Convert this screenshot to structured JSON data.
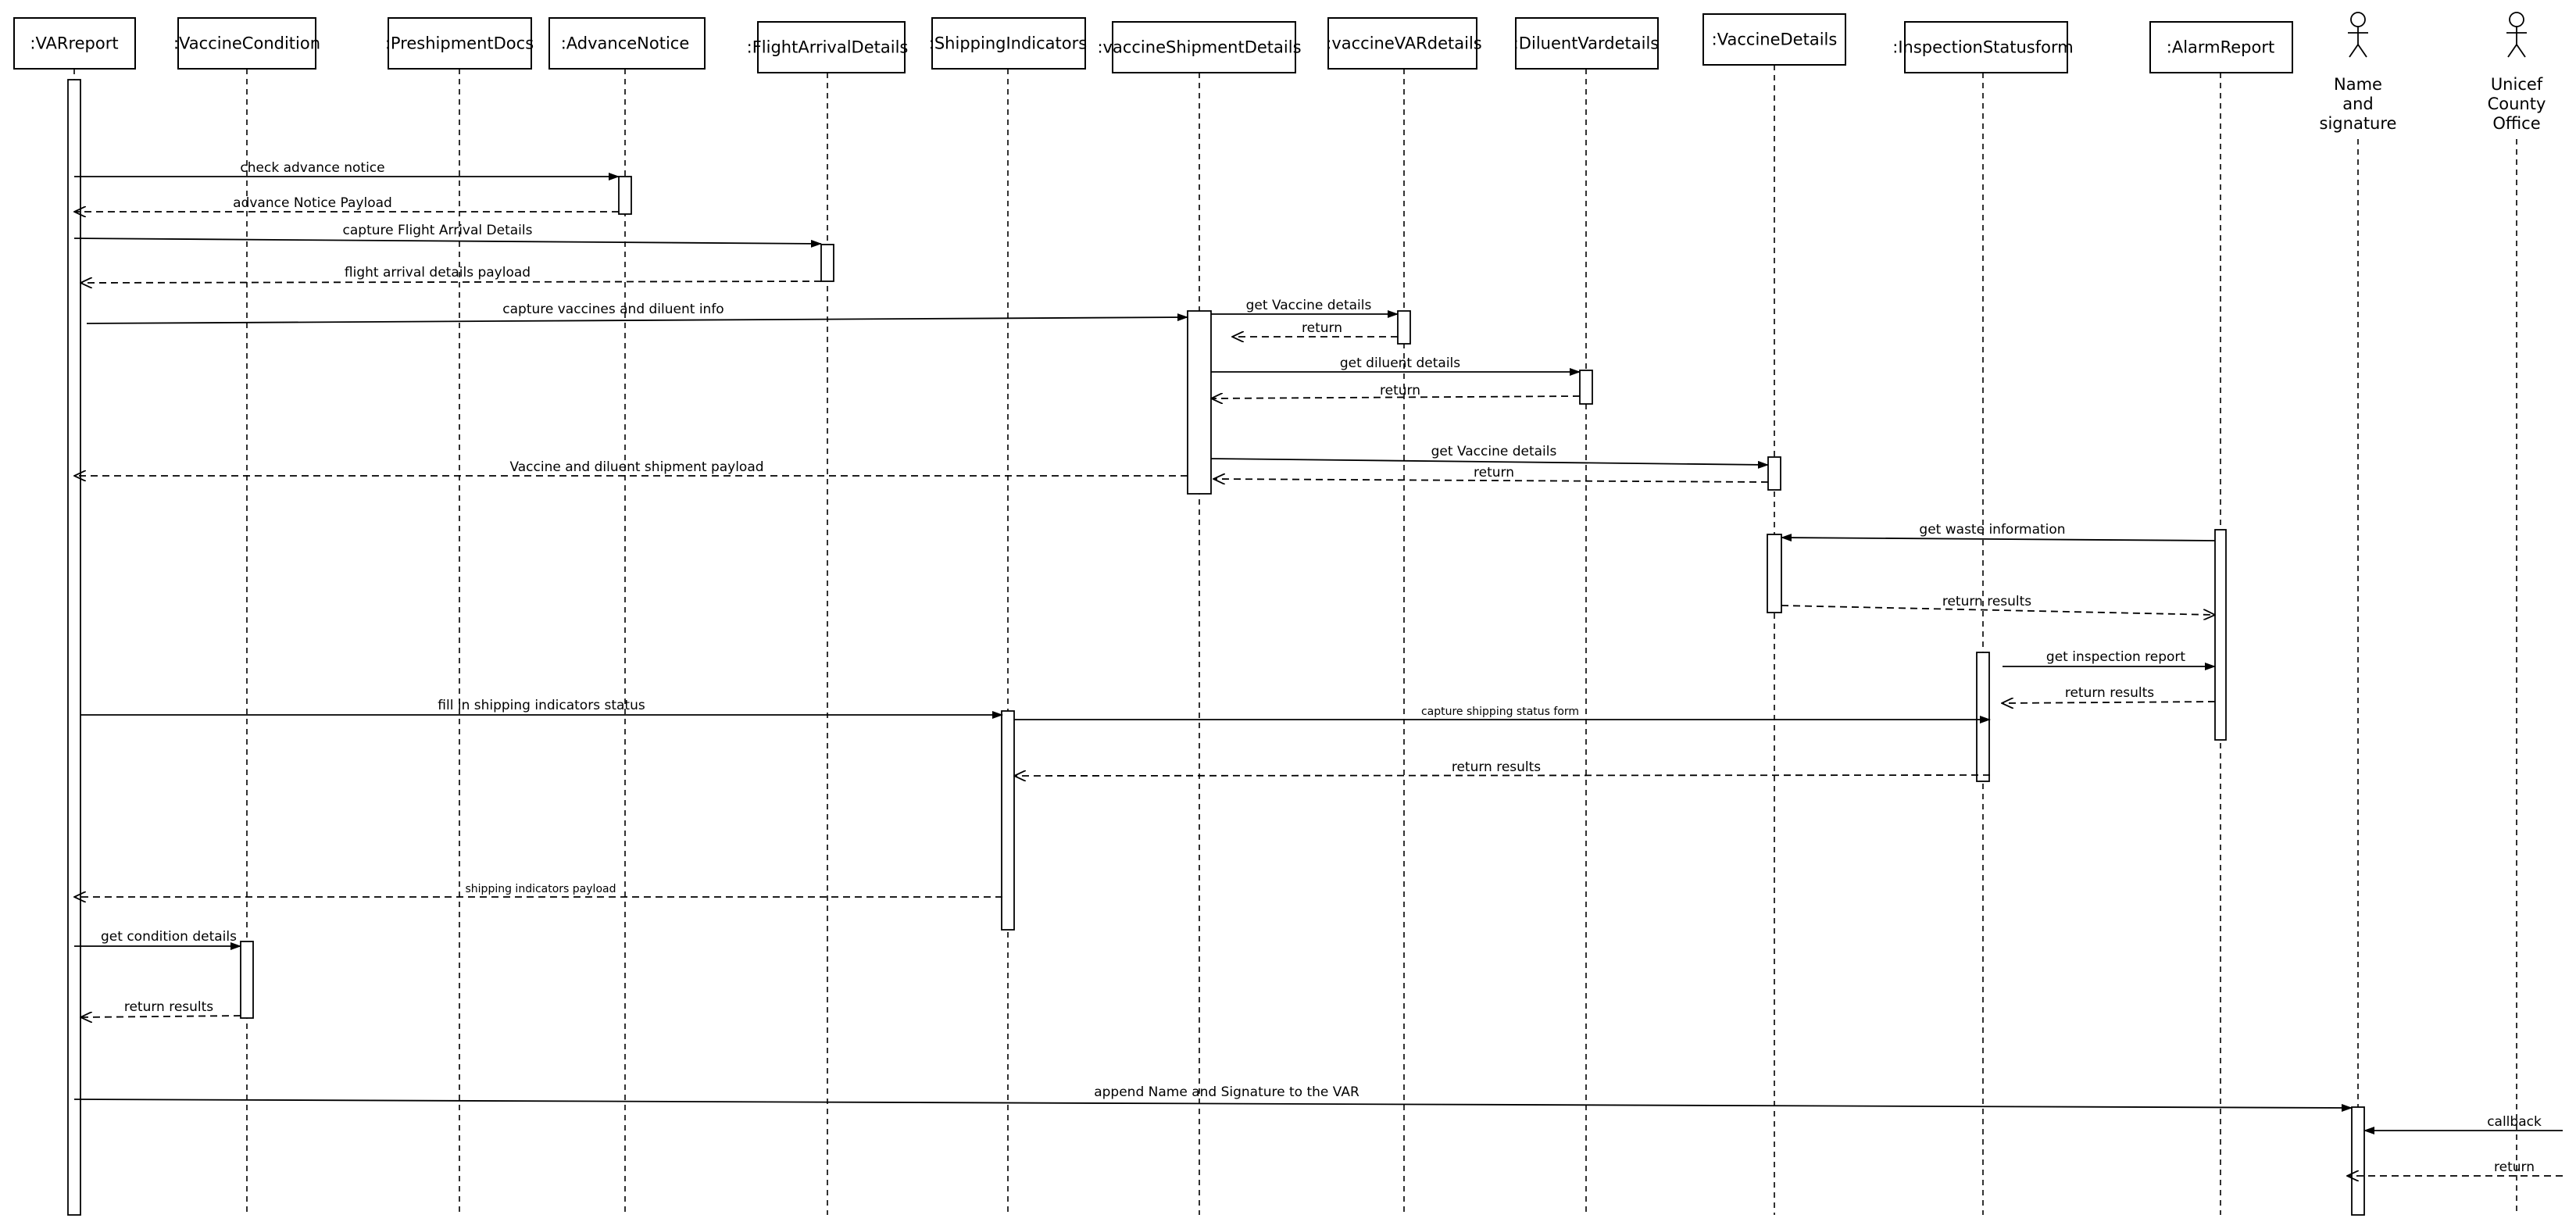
{
  "diagram": {
    "type": "sequence",
    "participants": [
      {
        "id": "varreport",
        "label": ":VARreport"
      },
      {
        "id": "vaccinecondition",
        "label": ":VaccineCondition"
      },
      {
        "id": "preshipmentdocs",
        "label": ":PreshipmentDocs"
      },
      {
        "id": "advancenotice",
        "label": ":AdvanceNotice"
      },
      {
        "id": "flightarrivaldetails",
        "label": ":FlightArrivalDetails"
      },
      {
        "id": "shippingindicators",
        "label": ":ShippingIndicators"
      },
      {
        "id": "vaccineshipmentdetails",
        "label": ":vaccineShipmentDetails"
      },
      {
        "id": "vaccinevardetails",
        "label": ":vaccineVARdetails"
      },
      {
        "id": "diluentvardetails",
        "label": ":DiluentVardetails"
      },
      {
        "id": "vaccinedetails",
        "label": ":VaccineDetails"
      },
      {
        "id": "inspectionstatusform",
        "label": ":InspectionStatusform"
      },
      {
        "id": "alarmreport",
        "label": ":AlarmReport"
      }
    ],
    "actors": [
      {
        "id": "namesignature",
        "label_lines": [
          "Name",
          "and",
          "signature"
        ]
      },
      {
        "id": "unicef",
        "label_lines": [
          "Unicef",
          "County",
          "Office"
        ]
      }
    ],
    "messages": [
      {
        "id": "m1",
        "from": "varreport",
        "to": "advancenotice",
        "kind": "sync",
        "label": "check advance notice"
      },
      {
        "id": "m2",
        "from": "advancenotice",
        "to": "varreport",
        "kind": "return",
        "label": "advance Notice Payload"
      },
      {
        "id": "m3",
        "from": "varreport",
        "to": "flightarrivaldetails",
        "kind": "sync",
        "label": "capture Flight Arrival Details"
      },
      {
        "id": "m4",
        "from": "flightarrivaldetails",
        "to": "varreport",
        "kind": "return",
        "label": "flight arrival details payload"
      },
      {
        "id": "m5",
        "from": "varreport",
        "to": "vaccineshipmentdetails",
        "kind": "sync",
        "label": "capture vaccines and diluent info"
      },
      {
        "id": "m6",
        "from": "vaccineshipmentdetails",
        "to": "vaccinevardetails",
        "kind": "sync",
        "label": "get Vaccine details"
      },
      {
        "id": "m7",
        "from": "vaccinevardetails",
        "to": "vaccineshipmentdetails",
        "kind": "return",
        "label": "return"
      },
      {
        "id": "m8",
        "from": "vaccineshipmentdetails",
        "to": "diluentvardetails",
        "kind": "sync",
        "label": "get diluent details"
      },
      {
        "id": "m9",
        "from": "diluentvardetails",
        "to": "vaccineshipmentdetails",
        "kind": "return",
        "label": "return"
      },
      {
        "id": "m10",
        "from": "vaccineshipmentdetails",
        "to": "vaccinedetails",
        "kind": "sync",
        "label": "get Vaccine details"
      },
      {
        "id": "m11",
        "from": "vaccinedetails",
        "to": "vaccineshipmentdetails",
        "kind": "return",
        "label": "return"
      },
      {
        "id": "m12",
        "from": "vaccineshipmentdetails",
        "to": "varreport",
        "kind": "return",
        "label": "Vaccine and diluent shipment payload"
      },
      {
        "id": "m13",
        "from": "alarmreport",
        "to": "vaccinedetails",
        "kind": "sync",
        "label": "get waste information"
      },
      {
        "id": "m14",
        "from": "vaccinedetails",
        "to": "alarmreport",
        "kind": "return",
        "label": "return results"
      },
      {
        "id": "m15",
        "from": "inspectionstatusform",
        "to": "alarmreport",
        "kind": "sync",
        "label": "get inspection report"
      },
      {
        "id": "m16",
        "from": "alarmreport",
        "to": "inspectionstatusform",
        "kind": "return",
        "label": "return results"
      },
      {
        "id": "m17",
        "from": "varreport",
        "to": "shippingindicators",
        "kind": "sync",
        "label": "fill in shipping indicators status"
      },
      {
        "id": "m18",
        "from": "shippingindicators",
        "to": "inspectionstatusform",
        "kind": "sync",
        "label": "capture shipping status form"
      },
      {
        "id": "m19",
        "from": "inspectionstatusform",
        "to": "shippingindicators",
        "kind": "return",
        "label": "return results"
      },
      {
        "id": "m20",
        "from": "shippingindicators",
        "to": "varreport",
        "kind": "return",
        "label": "shipping indicators payload"
      },
      {
        "id": "m21",
        "from": "varreport",
        "to": "vaccinecondition",
        "kind": "sync",
        "label": "get condition details"
      },
      {
        "id": "m22",
        "from": "vaccinecondition",
        "to": "varreport",
        "kind": "return",
        "label": "return results"
      },
      {
        "id": "m23",
        "from": "varreport",
        "to": "namesignature",
        "kind": "sync",
        "label": "append Name and Signature to the VAR"
      },
      {
        "id": "m24",
        "from": "unicef",
        "to": "namesignature",
        "kind": "sync",
        "label": "callback"
      },
      {
        "id": "m25",
        "from": "unicef",
        "to": "namesignature",
        "kind": "return",
        "label": "return"
      }
    ]
  }
}
